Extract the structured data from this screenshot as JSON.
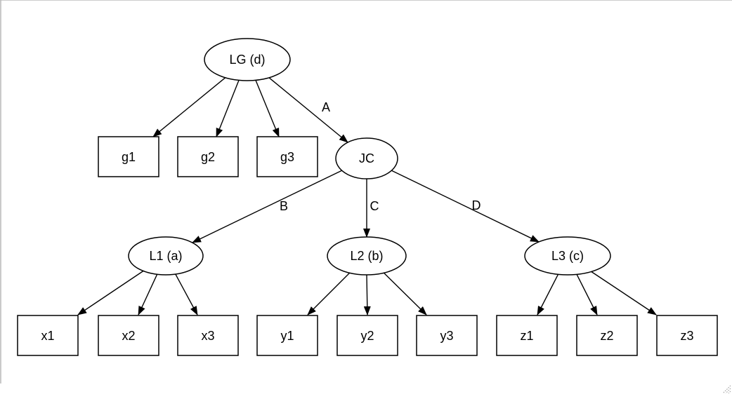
{
  "window": {
    "background": "#ffffff",
    "border_color": "#b9b9b9",
    "grip_color": "#a9a9a9"
  },
  "graph": {
    "background": "#ffffff",
    "stroke_color": "#000000",
    "text_color": "#000000",
    "nodes": {
      "lg": {
        "label": "LG (d)",
        "shape": "ellipse"
      },
      "g1": {
        "label": "g1",
        "shape": "box"
      },
      "g2": {
        "label": "g2",
        "shape": "box"
      },
      "g3": {
        "label": "g3",
        "shape": "box"
      },
      "jc": {
        "label": "JC",
        "shape": "ellipse"
      },
      "l1": {
        "label": "L1 (a)",
        "shape": "ellipse"
      },
      "l2": {
        "label": "L2 (b)",
        "shape": "ellipse"
      },
      "l3": {
        "label": "L3 (c)",
        "shape": "ellipse"
      },
      "x1": {
        "label": "x1",
        "shape": "box"
      },
      "x2": {
        "label": "x2",
        "shape": "box"
      },
      "x3": {
        "label": "x3",
        "shape": "box"
      },
      "y1": {
        "label": "y1",
        "shape": "box"
      },
      "y2": {
        "label": "y2",
        "shape": "box"
      },
      "y3": {
        "label": "y3",
        "shape": "box"
      },
      "z1": {
        "label": "z1",
        "shape": "box"
      },
      "z2": {
        "label": "z2",
        "shape": "box"
      },
      "z3": {
        "label": "z3",
        "shape": "box"
      }
    },
    "edges": [
      {
        "from": "lg",
        "to": "g1",
        "label": ""
      },
      {
        "from": "lg",
        "to": "g2",
        "label": ""
      },
      {
        "from": "lg",
        "to": "g3",
        "label": ""
      },
      {
        "from": "lg",
        "to": "jc",
        "label": "A"
      },
      {
        "from": "jc",
        "to": "l1",
        "label": "B"
      },
      {
        "from": "jc",
        "to": "l2",
        "label": "C"
      },
      {
        "from": "jc",
        "to": "l3",
        "label": "D"
      },
      {
        "from": "l1",
        "to": "x1",
        "label": ""
      },
      {
        "from": "l1",
        "to": "x2",
        "label": ""
      },
      {
        "from": "l1",
        "to": "x3",
        "label": ""
      },
      {
        "from": "l2",
        "to": "y1",
        "label": ""
      },
      {
        "from": "l2",
        "to": "y2",
        "label": ""
      },
      {
        "from": "l2",
        "to": "y3",
        "label": ""
      },
      {
        "from": "l3",
        "to": "z1",
        "label": ""
      },
      {
        "from": "l3",
        "to": "z2",
        "label": ""
      },
      {
        "from": "l3",
        "to": "z3",
        "label": ""
      }
    ]
  }
}
